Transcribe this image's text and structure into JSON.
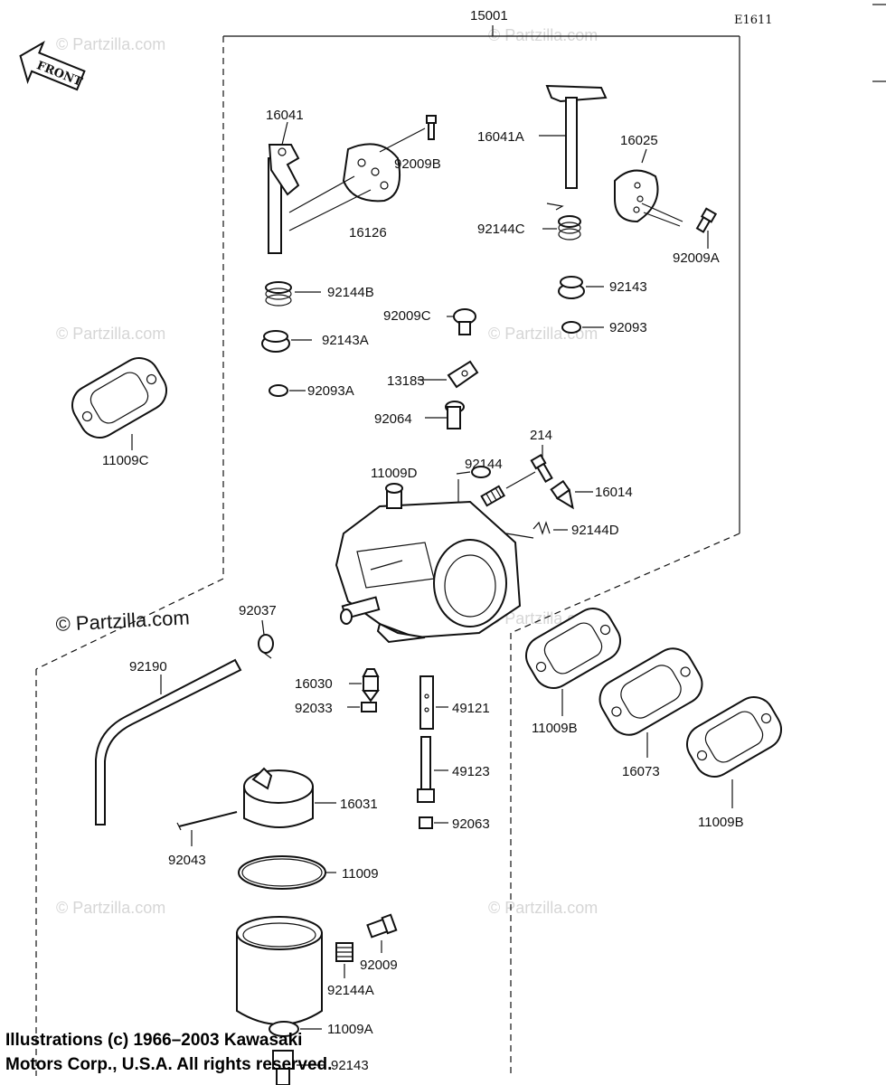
{
  "diagram": {
    "code": "E1611",
    "front_label": "FRONT",
    "watermark": "© Partzilla.com",
    "watermark_bold": "© Partzilla.com",
    "labels": {
      "p15001": "15001",
      "p16041": "16041",
      "p16041A": "16041A",
      "p16025": "16025",
      "p92009B": "92009B",
      "p16126": "16126",
      "p92144C": "92144C",
      "p92009A": "92009A",
      "p92144B": "92144B",
      "p92143": "92143",
      "p92009C": "92009C",
      "p92093": "92093",
      "p92143A": "92143A",
      "p13183": "13183",
      "p92093A": "92093A",
      "p92064": "92064",
      "p11009C": "11009C",
      "p214": "214",
      "p11009D": "11009D",
      "p92144": "92144",
      "p16014": "16014",
      "p92144D": "92144D",
      "p92037": "92037",
      "p92190": "92190",
      "p16030": "16030",
      "p92033": "92033",
      "p49121": "49121",
      "p11009B_a": "11009B",
      "p49123": "49123",
      "p16073": "16073",
      "p16031": "16031",
      "p92063": "92063",
      "p11009B_b": "11009B",
      "p92043": "92043",
      "p11009": "11009",
      "p92009": "92009",
      "p92144A": "92144A",
      "p11009A": "11009A",
      "p92143b": "92143"
    }
  },
  "footer": {
    "line1": "Illustrations (c) 1966–2003 Kawasaki",
    "line2": "Motors Corp., U.S.A.  All rights reserved."
  }
}
